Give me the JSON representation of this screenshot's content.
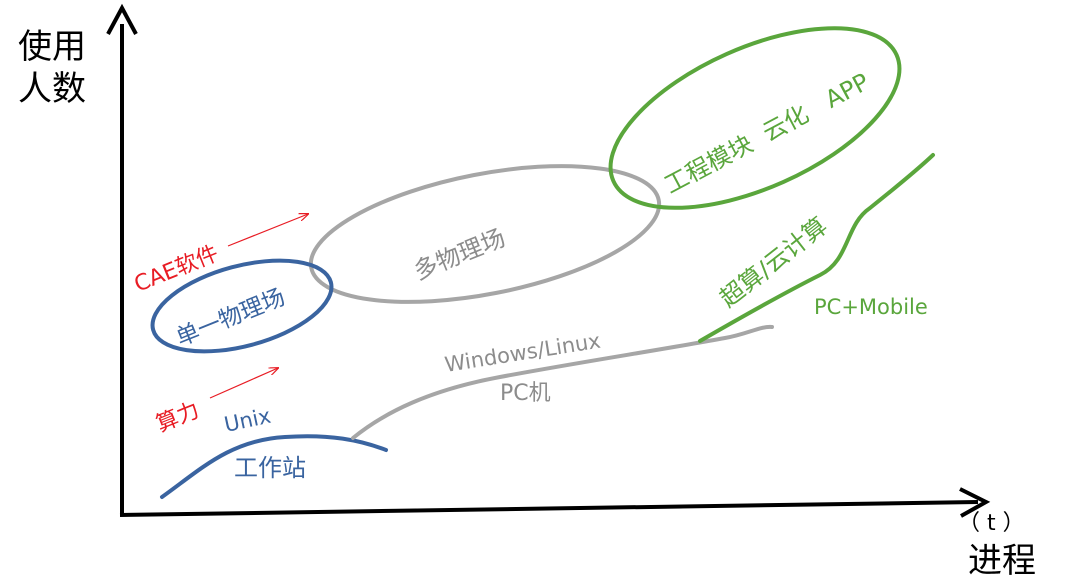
{
  "axes": {
    "y_label_line1": "使用",
    "y_label_line2": "人数",
    "x_unit": "（ t ）",
    "x_label": "进程"
  },
  "annotations": {
    "cae_software": "CAE软件",
    "computing_power": "算力"
  },
  "stages": {
    "single_physics": "单一物理场",
    "multi_physics": "多物理场",
    "cloud_engineering": "工程模块  云化   APP"
  },
  "platforms": {
    "unix": "Unix",
    "workstation": "工作站",
    "windows_linux": "Windows/Linux",
    "pc": "PC机",
    "supercomputing_cloud": "超算/云计算",
    "pc_mobile": "PC+Mobile"
  },
  "colors": {
    "axis": "#000000",
    "red": "#e81c24",
    "blue": "#3a64a0",
    "gray": "#a6a6a6",
    "gray_text": "#8c8c8c",
    "green": "#5aa63c"
  }
}
